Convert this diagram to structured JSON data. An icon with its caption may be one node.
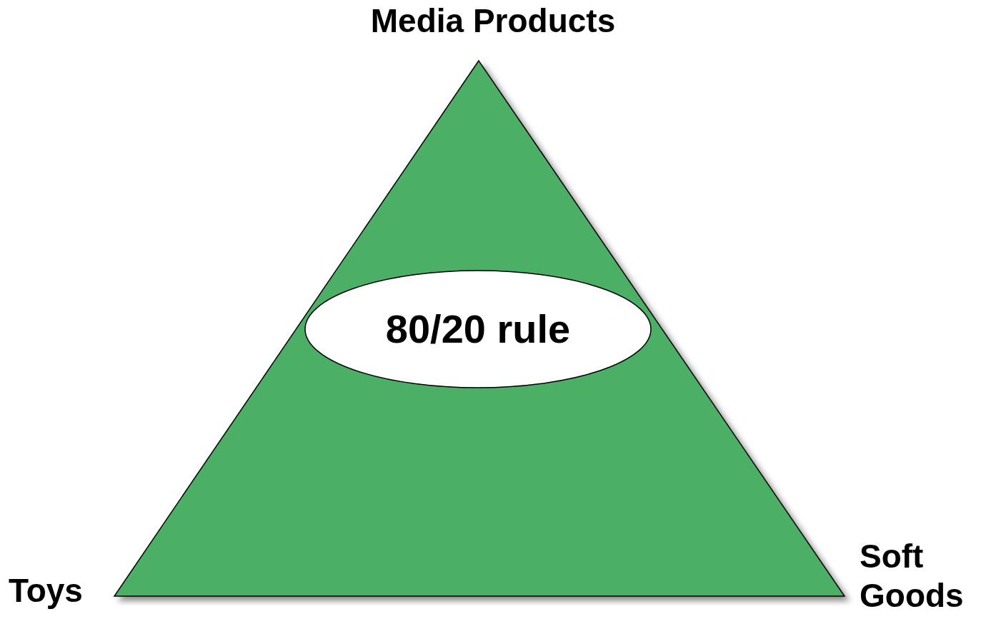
{
  "diagram": {
    "nodes": [
      {
        "text": [],
        "shape": "triangle",
        "beside": [
          "Media Products",
          "Toys",
          "Soft Goods"
        ]
      },
      {
        "text": [
          "80/20 rule"
        ],
        "in": 0
      }
    ],
    "edges": []
  }
}
